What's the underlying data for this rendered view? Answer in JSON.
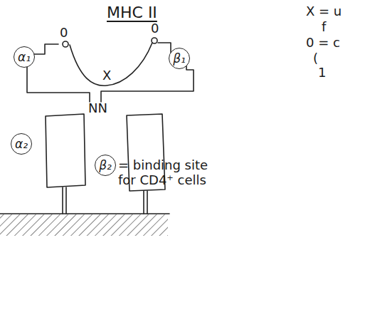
{
  "diagram": {
    "title": "MHC II",
    "nodes": [
      {
        "text": [
          "α₁"
        ]
      },
      {
        "text": [
          "β₁"
        ]
      },
      {
        "text": [
          "α₂"
        ]
      },
      {
        "text": [
          "β₂"
        ]
      }
    ],
    "labels": [
      "= binding site for CD4⁺ cells",
      "NN",
      "X",
      "0",
      "0",
      "X = u",
      "f",
      "0 = c",
      "(",
      "1"
    ]
  }
}
